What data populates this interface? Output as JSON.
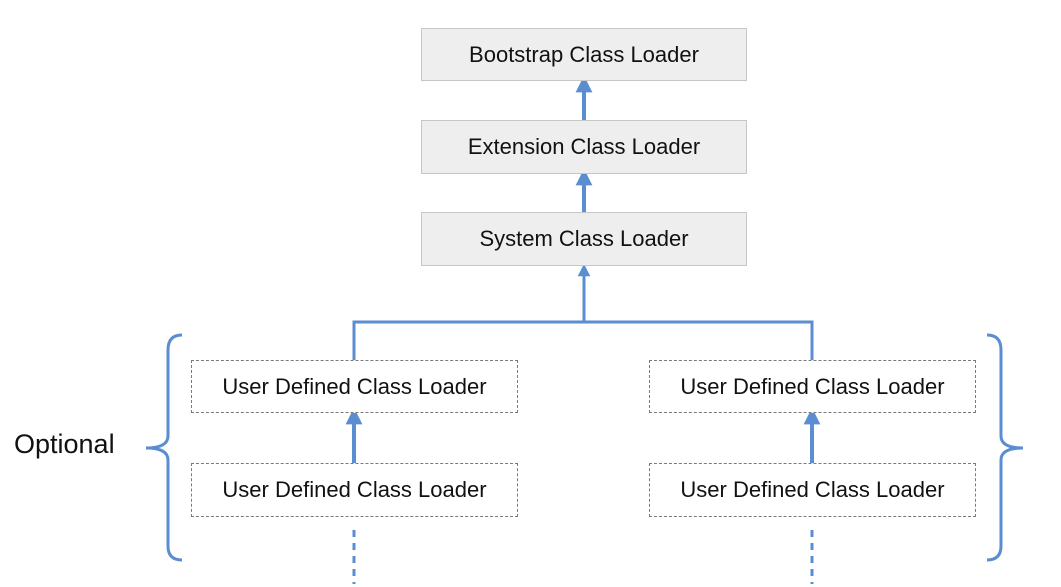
{
  "colors": {
    "connector": "#5B8ED1",
    "bracket": "#5B8ED1",
    "box_fill": "#EEEEEE",
    "box_border": "#C6C6C6",
    "dashed_border": "#7A7A7A",
    "text": "#111111"
  },
  "nodes": {
    "bootstrap": {
      "label": "Bootstrap Class Loader",
      "style": "solid"
    },
    "extension": {
      "label": "Extension Class Loader",
      "style": "solid"
    },
    "system": {
      "label": "System Class Loader",
      "style": "solid"
    },
    "user_left_top": {
      "label": "User Defined Class Loader",
      "style": "dashed"
    },
    "user_left_bottom": {
      "label": "User Defined Class Loader",
      "style": "dashed"
    },
    "user_right_top": {
      "label": "User Defined Class Loader",
      "style": "dashed"
    },
    "user_right_bottom": {
      "label": "User Defined Class Loader",
      "style": "dashed"
    }
  },
  "edges": [
    {
      "from": "extension",
      "to": "bootstrap",
      "type": "arrow"
    },
    {
      "from": "system",
      "to": "extension",
      "type": "arrow"
    },
    {
      "from": "user_left_top",
      "to": "system",
      "type": "arrow"
    },
    {
      "from": "user_right_top",
      "to": "system",
      "type": "arrow"
    },
    {
      "from": "user_left_bottom",
      "to": "user_left_top",
      "type": "arrow"
    },
    {
      "from": "user_right_bottom",
      "to": "user_right_top",
      "type": "arrow"
    }
  ],
  "group": {
    "label": "Optional",
    "members": [
      "user_left_top",
      "user_left_bottom",
      "user_right_top",
      "user_right_bottom"
    ]
  }
}
